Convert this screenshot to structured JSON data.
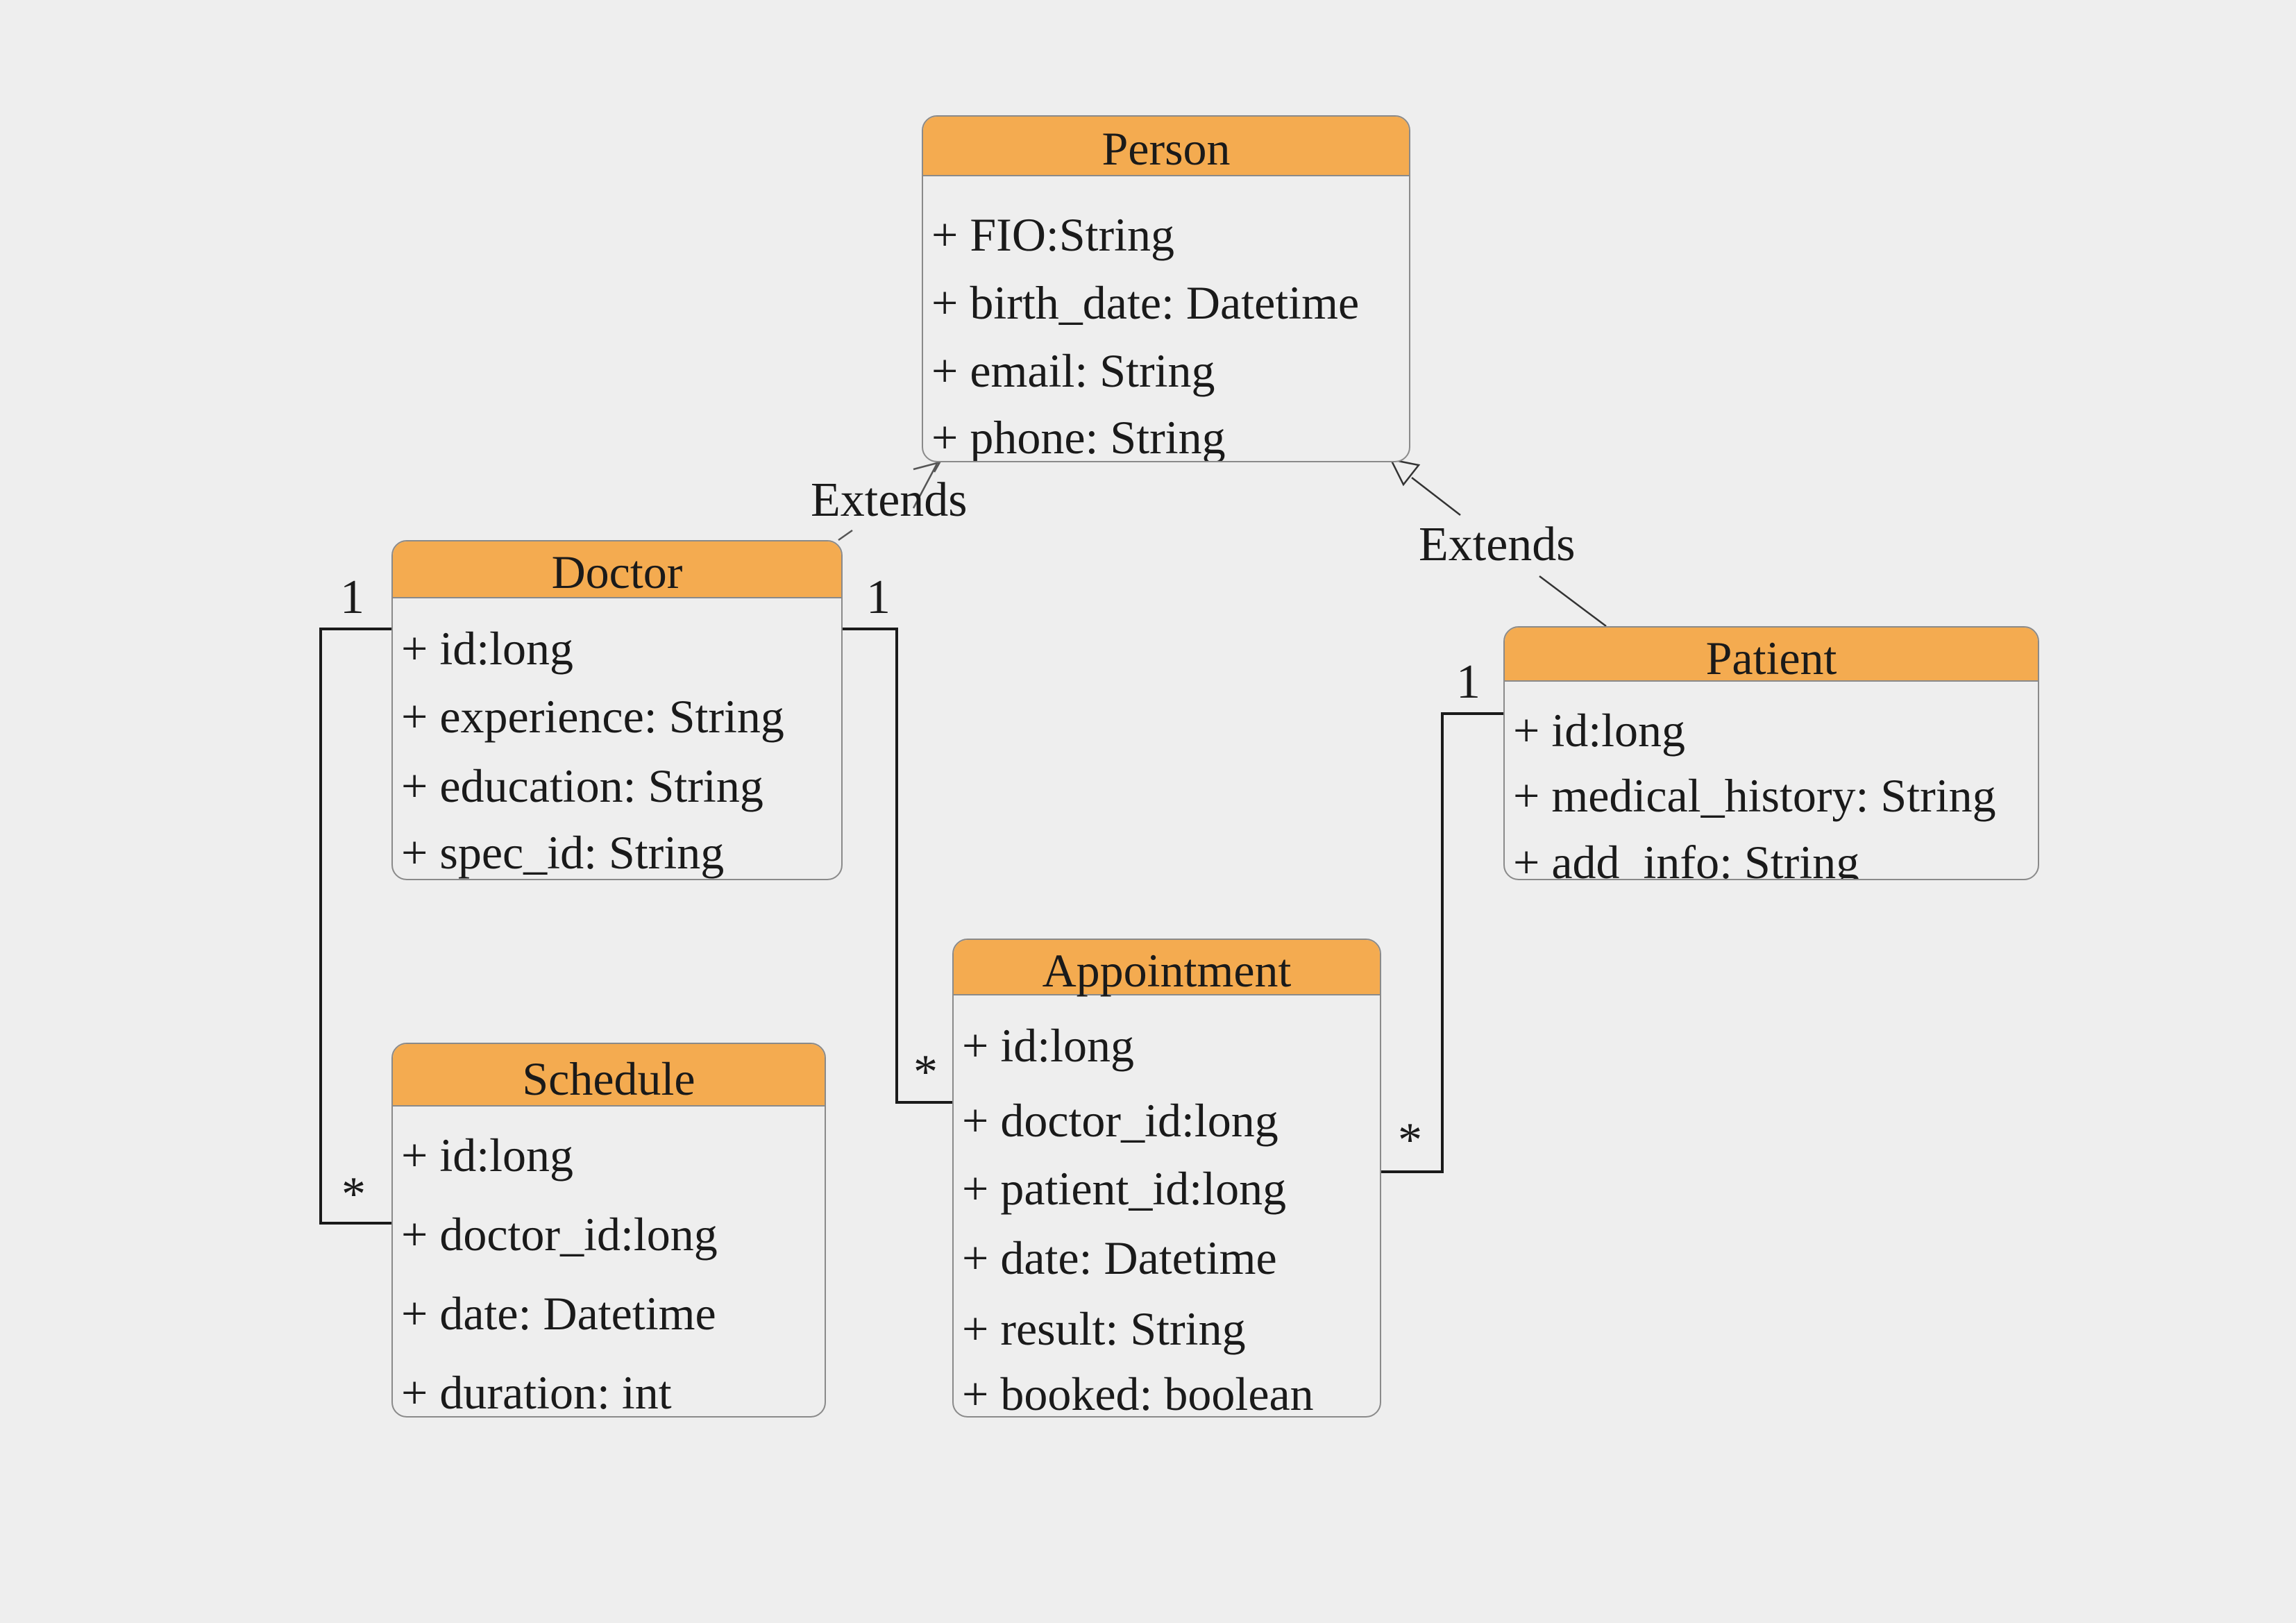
{
  "classes": {
    "person": {
      "name": "Person",
      "attributes": [
        "+ FIO:String",
        "+ birth_date: Datetime",
        "+ email: String",
        "+ phone: String"
      ]
    },
    "doctor": {
      "name": "Doctor",
      "attributes": [
        "+ id:long",
        "+ experience: String",
        "+ education: String",
        "+ spec_id: String"
      ]
    },
    "patient": {
      "name": "Patient",
      "attributes": [
        "+ id:long",
        "+ medical_history: String",
        "+ add_info: String"
      ]
    },
    "appointment": {
      "name": "Appointment",
      "attributes": [
        "+ id:long",
        "+ doctor_id:long",
        "+ patient_id:long",
        "+ date: Datetime",
        "+ result: String",
        "+ booked: boolean"
      ]
    },
    "schedule": {
      "name": "Schedule",
      "attributes": [
        "+ id:long",
        "+ doctor_id:long",
        "+ date: Datetime",
        "+ duration: int"
      ]
    }
  },
  "relations": {
    "doctor_extends": "Extends",
    "patient_extends": "Extends",
    "doctor_schedule_one": "1",
    "doctor_schedule_many": "*",
    "doctor_appointment_one": "1",
    "doctor_appointment_many": "*",
    "patient_appointment_one": "1",
    "patient_appointment_many": "*"
  },
  "colors": {
    "header": "#f4ab50",
    "background": "#eeeeee",
    "border": "#8a8a8a",
    "line": "#1a1a1a"
  }
}
